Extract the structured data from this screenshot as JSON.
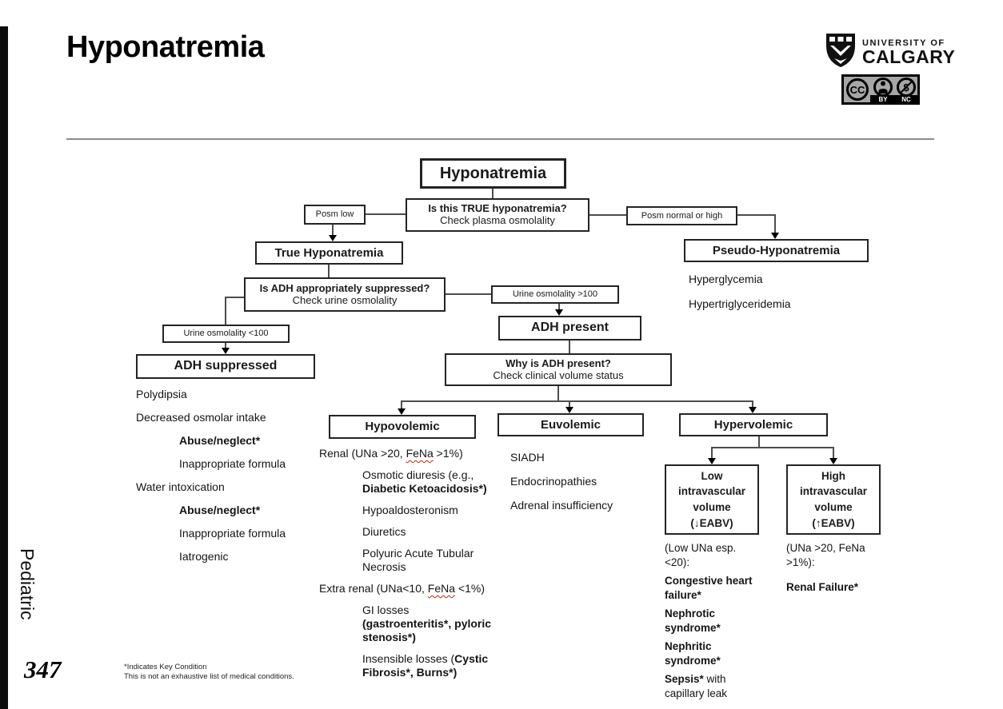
{
  "page": {
    "title": "Hyponatremia",
    "side_label": "Pediatric",
    "page_number": "347",
    "footnote": {
      "line1": "*Indicates Key Condition",
      "line2": "This is not an exhaustive list of medical conditions."
    }
  },
  "branding": {
    "university_line1": "UNIVERSITY OF",
    "university_line2": "CALGARY",
    "license": {
      "cc": "CC",
      "by": "BY",
      "nc": "NC"
    }
  },
  "flowchart": {
    "root": {
      "label": "Hyponatremia"
    },
    "q_true": {
      "line1": "Is this TRUE hyponatremia?",
      "line2": "Check plasma osmolality"
    },
    "posm_low": {
      "label": "Posm low"
    },
    "posm_normal": {
      "label": "Posm normal or high"
    },
    "true_hyponatremia": {
      "label": "True Hyponatremia"
    },
    "pseudo_hyponatremia": {
      "label": "Pseudo-Hyponatremia"
    },
    "q_adh": {
      "line1": "Is ADH appropriately suppressed?",
      "line2": "Check urine osmolality"
    },
    "urine_low": {
      "label": "Urine osmolality <100"
    },
    "urine_high": {
      "label": "Urine osmolality >100"
    },
    "adh_suppressed": {
      "label": "ADH suppressed"
    },
    "adh_present": {
      "label": "ADH present"
    },
    "q_why": {
      "line1": "Why is ADH present?",
      "line2": "Check clinical volume status"
    },
    "hypovolemic": {
      "label": "Hypovolemic"
    },
    "euvolemic": {
      "label": "Euvolemic"
    },
    "hypervolemic": {
      "label": "Hypervolemic"
    },
    "low_iv": {
      "label": "Low intravascular volume (↓EABV)"
    },
    "high_iv": {
      "label": "High intravascular volume (↑EABV)"
    },
    "lists": {
      "pseudo": [
        {
          "indent": 0,
          "segments": [
            {
              "t": "Hyperglycemia",
              "b": false
            }
          ]
        },
        {
          "indent": 0,
          "segments": [
            {
              "t": "Hypertriglyceridemia",
              "b": false
            }
          ]
        }
      ],
      "adh_suppressed": [
        {
          "indent": 0,
          "segments": [
            {
              "t": "Polydipsia",
              "b": false
            }
          ]
        },
        {
          "indent": 0,
          "segments": [
            {
              "t": "Decreased osmolar intake",
              "b": false
            }
          ]
        },
        {
          "indent": 1,
          "segments": [
            {
              "t": "Abuse/neglect*",
              "b": true
            }
          ]
        },
        {
          "indent": 1,
          "segments": [
            {
              "t": "Inappropriate formula",
              "b": false
            }
          ]
        },
        {
          "indent": 0,
          "segments": [
            {
              "t": "Water intoxication",
              "b": false
            }
          ]
        },
        {
          "indent": 1,
          "segments": [
            {
              "t": "Abuse/neglect*",
              "b": true
            }
          ]
        },
        {
          "indent": 1,
          "segments": [
            {
              "t": "Inappropriate formula",
              "b": false
            }
          ]
        },
        {
          "indent": 1,
          "segments": [
            {
              "t": "Iatrogenic",
              "b": false
            }
          ]
        }
      ],
      "hypovolemic": [
        {
          "indent": 0,
          "segments": [
            {
              "t": "Renal (UNa >20, ",
              "b": false
            },
            {
              "t": "FeNa",
              "b": false,
              "squiggle": true
            },
            {
              "t": " >1%)",
              "b": false
            }
          ]
        },
        {
          "indent": 1,
          "segments": [
            {
              "t": "Osmotic diuresis (e.g., ",
              "b": false
            },
            {
              "t": "Diabetic Ketoacidosis*)",
              "b": true
            }
          ]
        },
        {
          "indent": 1,
          "segments": [
            {
              "t": "Hypoaldosteronism",
              "b": false
            }
          ]
        },
        {
          "indent": 1,
          "segments": [
            {
              "t": "Diuretics",
              "b": false
            }
          ]
        },
        {
          "indent": 1,
          "segments": [
            {
              "t": "Polyuric Acute Tubular Necrosis",
              "b": false
            }
          ]
        },
        {
          "indent": 0,
          "segments": [
            {
              "t": "Extra renal (UNa<10, ",
              "b": false
            },
            {
              "t": "FeNa",
              "b": false,
              "squiggle": true
            },
            {
              "t": " <1%)",
              "b": false
            }
          ]
        },
        {
          "indent": 1,
          "segments": [
            {
              "t": "GI losses ",
              "b": false
            },
            {
              "t": "(gastroenteritis*, pyloric stenosis*)",
              "b": true
            }
          ]
        },
        {
          "indent": 1,
          "segments": [
            {
              "t": "Insensible losses (",
              "b": false
            },
            {
              "t": "Cystic Fibrosis*, Burns*)",
              "b": true
            }
          ]
        }
      ],
      "euvolemic": [
        {
          "indent": 0,
          "segments": [
            {
              "t": "SIADH",
              "b": false
            }
          ]
        },
        {
          "indent": 0,
          "segments": [
            {
              "t": "Endocrinopathies",
              "b": false
            }
          ]
        },
        {
          "indent": 0,
          "segments": [
            {
              "t": "Adrenal insufficiency",
              "b": false
            }
          ]
        }
      ],
      "low_iv": [
        {
          "indent": 0,
          "segments": [
            {
              "t": "(Low UNa esp. <20):",
              "b": false
            }
          ]
        },
        {
          "indent": 0,
          "segments": [
            {
              "t": "Congestive heart failure*",
              "b": true
            }
          ]
        },
        {
          "indent": 0,
          "segments": [
            {
              "t": "Nephrotic syndrome*",
              "b": true
            }
          ]
        },
        {
          "indent": 0,
          "segments": [
            {
              "t": "Nephritic syndrome*",
              "b": true
            }
          ]
        },
        {
          "indent": 0,
          "segments": [
            {
              "t": "Sepsis*",
              "b": true
            },
            {
              "t": " with capillary leak",
              "b": false
            }
          ]
        }
      ],
      "high_iv": [
        {
          "indent": 0,
          "segments": [
            {
              "t": "(UNa >20, FeNa >1%):",
              "b": false
            }
          ]
        },
        {
          "indent": 0,
          "segments": [
            {
              "t": "Renal Failure*",
              "b": true
            }
          ]
        }
      ]
    }
  }
}
